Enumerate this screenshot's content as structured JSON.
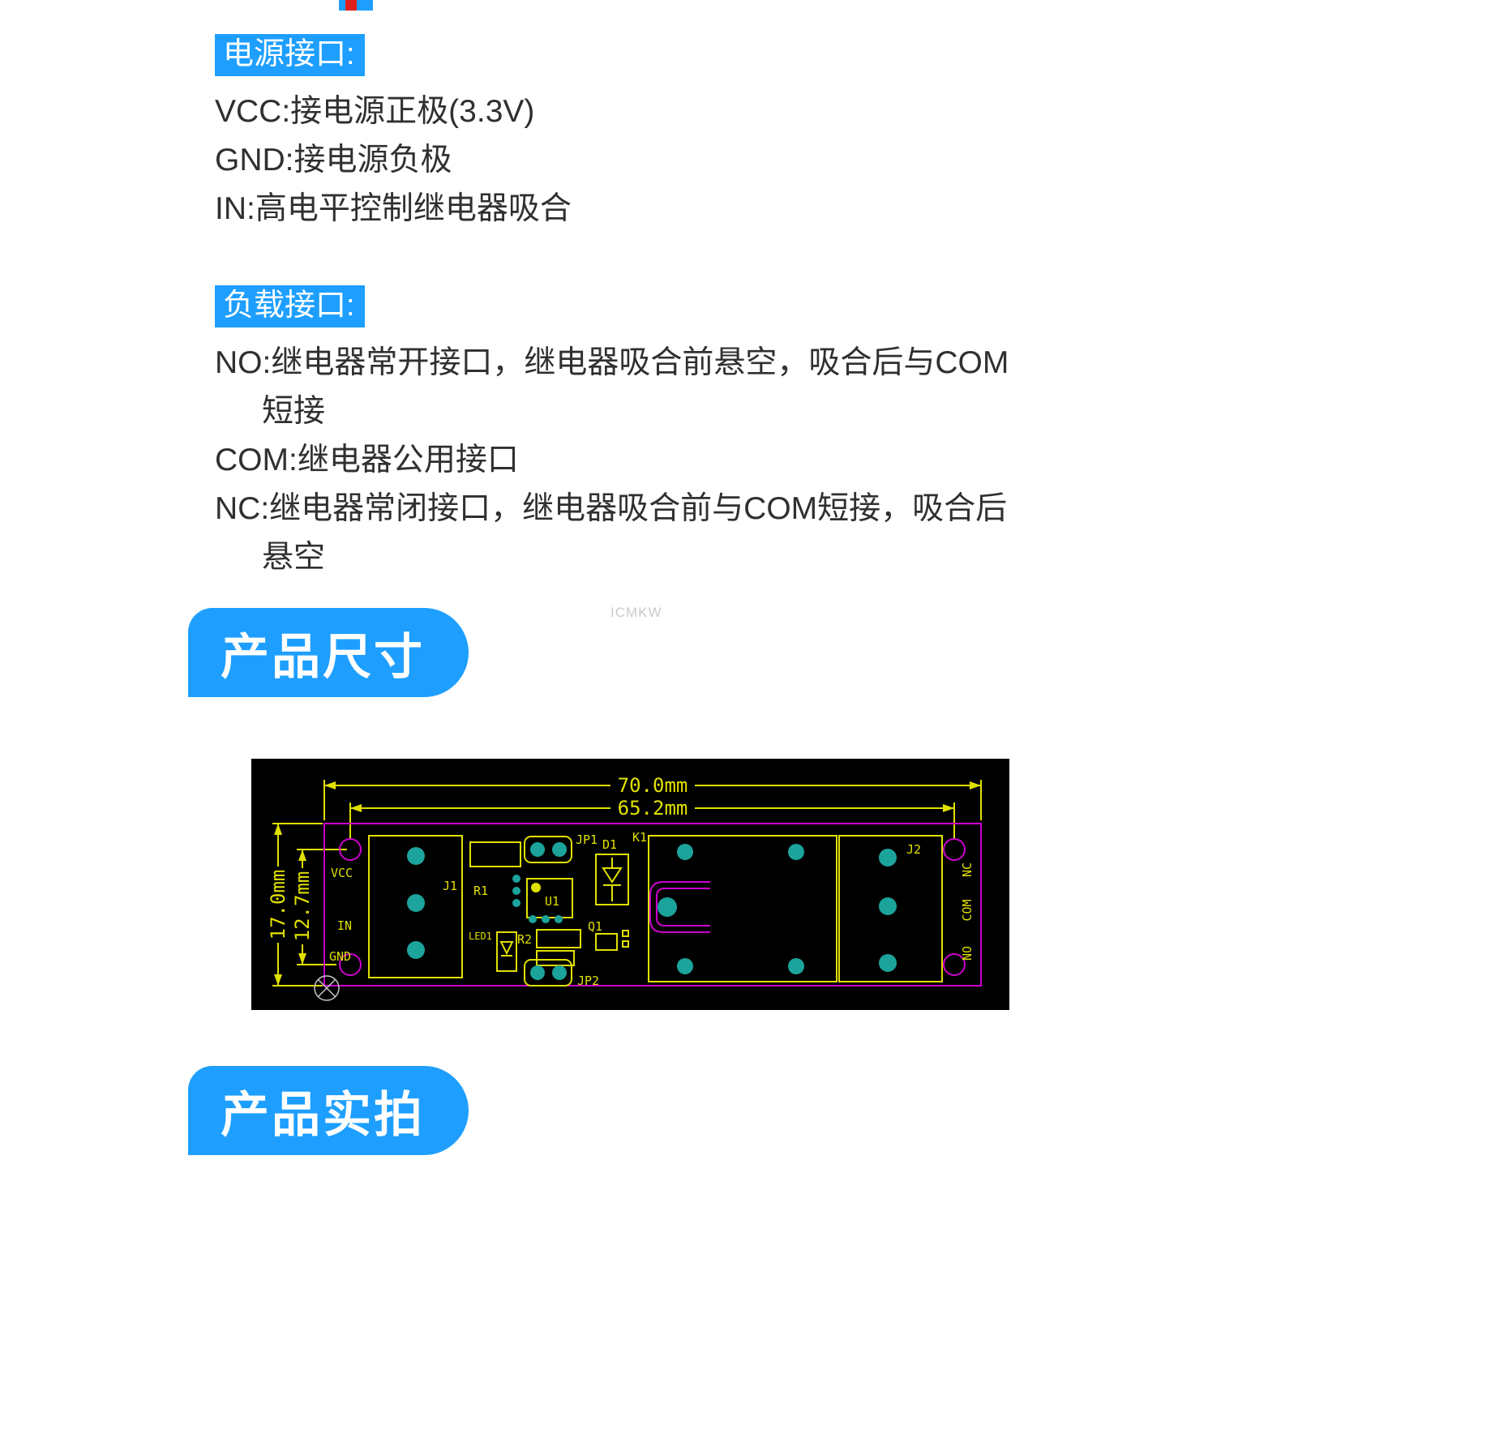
{
  "colors": {
    "accent_blue": "#1e9fff",
    "text": "#303030",
    "watermark": "#c9c9c9",
    "fragment_red": "#e02020",
    "pcb_bg": "#000000",
    "pcb_yellow": "#e0e000",
    "pcb_magenta": "#cc00cc",
    "pcb_pad": "#1ba39c",
    "pcb_origin": "#c8c8c8"
  },
  "watermark": "ICMKW",
  "power_section": {
    "heading": "电源接口:",
    "lines": [
      "VCC:接电源正极(3.3V)",
      "GND:接电源负极",
      "IN:高电平控制继电器吸合"
    ]
  },
  "load_section": {
    "heading": "负载接口:",
    "lines": [
      "NO:继电器常开接口，继电器吸合前悬空，吸合后与COM",
      "短接",
      "COM:继电器公用接口",
      "NC:继电器常闭接口，继电器吸合前与COM短接，吸合后",
      "悬空"
    ]
  },
  "banners": {
    "dimensions": "产品尺寸",
    "photos": "产品实拍"
  },
  "pcb": {
    "dimensions": {
      "outer_width": "70.0mm",
      "hole_width": "65.2mm",
      "outer_height": "17.0mm",
      "hole_height": "12.7mm"
    },
    "pin_labels_left": [
      "VCC",
      "IN",
      "GND"
    ],
    "pin_labels_right": [
      "NC",
      "COM",
      "NO"
    ],
    "refdes": {
      "j1": "J1",
      "r1": "R1",
      "jp1": "JP1",
      "d1": "D1",
      "k1": "K1",
      "u1": "U1",
      "q1": "Q1",
      "led1": "LED1",
      "r2": "R2",
      "jp2": "JP2",
      "j2": "J2"
    }
  }
}
